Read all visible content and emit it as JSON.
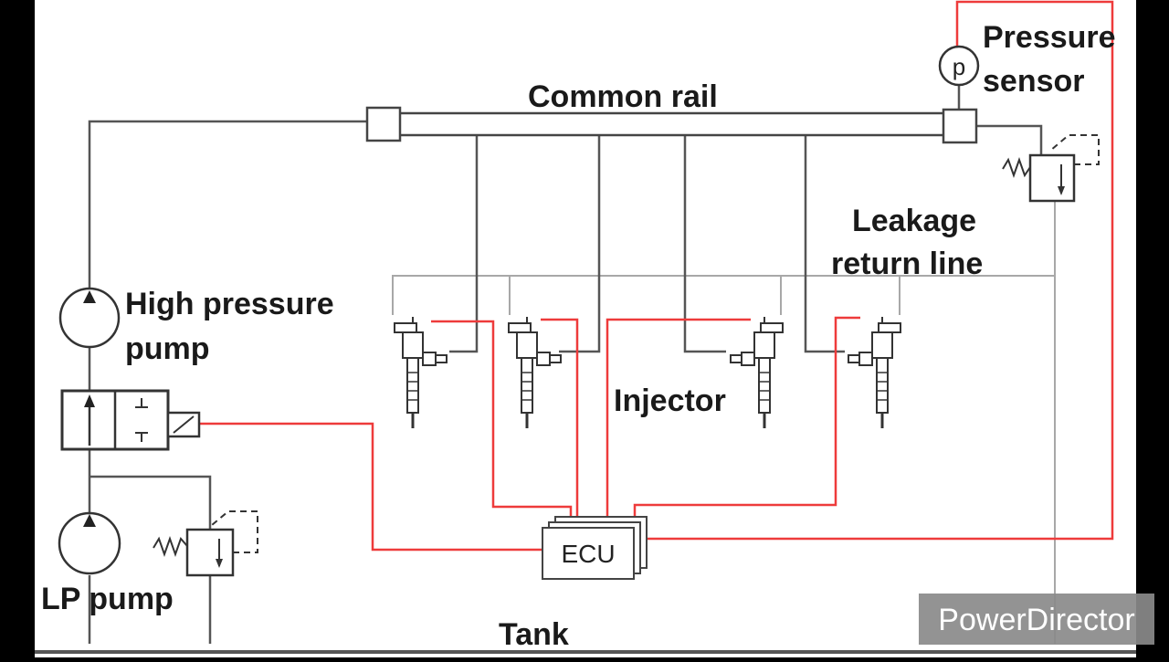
{
  "diagram": {
    "labels": {
      "common_rail": "Common rail",
      "pressure_sensor_line1": "Pressure",
      "pressure_sensor_line2": "sensor",
      "pressure_symbol": "p",
      "leakage_line1": "Leakage",
      "leakage_line2": "return line",
      "hp_pump_line1": "High pressure",
      "hp_pump_line2": "pump",
      "injector": "Injector",
      "ecu": "ECU",
      "lp_pump": "LP pump",
      "tank": "Tank"
    },
    "colors": {
      "background": "#ffffff",
      "side_bars": "#000000",
      "hydraulic_line": "#555555",
      "signal_line": "#ee3b3b",
      "leakage_line": "#a8a8a8"
    }
  },
  "watermark": {
    "text": "PowerDirector",
    "background": "#8a8a8a",
    "text_color": "#ffffff"
  }
}
